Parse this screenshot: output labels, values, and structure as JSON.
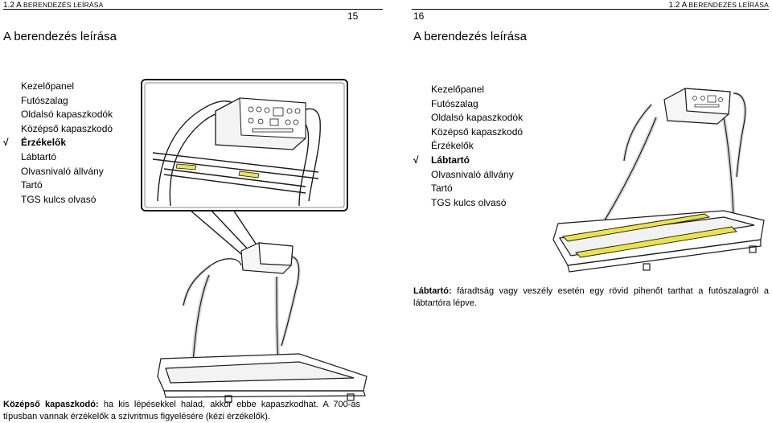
{
  "left_page": {
    "header": {
      "prefix": "1.2 A ",
      "smallcaps": "BERENDEZÉS LEÍRÁSA"
    },
    "page_number": "15",
    "title": "A berendezés leírása",
    "menu": [
      {
        "label": "Kezelőpanel",
        "active": false
      },
      {
        "label": "Futószalag",
        "active": false
      },
      {
        "label": "Oldalsó kapaszkodók",
        "active": false
      },
      {
        "label": "Középső kapaszkodó",
        "active": false
      },
      {
        "label": "Érzékelők",
        "active": true
      },
      {
        "label": "Lábtartó",
        "active": false
      },
      {
        "label": "Olvasnivaló állvány",
        "active": false
      },
      {
        "label": "Tartó",
        "active": false
      },
      {
        "label": "TGS kulcs olvasó",
        "active": false
      }
    ],
    "check_mark": "√",
    "description": {
      "term": "Középső kapaszkodó:",
      "text": " ha kis lépésekkel halad, akkor ebbe kapaszkodhat. A 700-as típusban vannak érzékelők a szívritmus figyelésére (kézi érzékelők)."
    }
  },
  "right_page": {
    "header": {
      "prefix": "1.2 A ",
      "smallcaps": "BERENDEZÉS LEÍRÁSA"
    },
    "page_number": "16",
    "title": "A berendezés leírása",
    "menu": [
      {
        "label": "Kezelőpanel",
        "active": false
      },
      {
        "label": "Futószalag",
        "active": false
      },
      {
        "label": "Oldalsó kapaszkodók",
        "active": false
      },
      {
        "label": "Középső kapaszkodó",
        "active": false
      },
      {
        "label": "Érzékelők",
        "active": false
      },
      {
        "label": "Lábtartó",
        "active": true
      },
      {
        "label": "Olvasnivaló állvány",
        "active": false
      },
      {
        "label": "Tartó",
        "active": false
      },
      {
        "label": "TGS kulcs olvasó",
        "active": false
      }
    ],
    "check_mark": "√",
    "description": {
      "term": "Lábtartó:",
      "text": " fáradtság vagy veszély esetén egy rövid pihenőt tarthat a futószalagról a lábtartóra lépve."
    }
  },
  "colors": {
    "highlight": "#ece34a",
    "frame": "#d8d8d8",
    "outline": "#1a1a1a"
  },
  "icons": {
    "check": "check-mark-icon"
  }
}
